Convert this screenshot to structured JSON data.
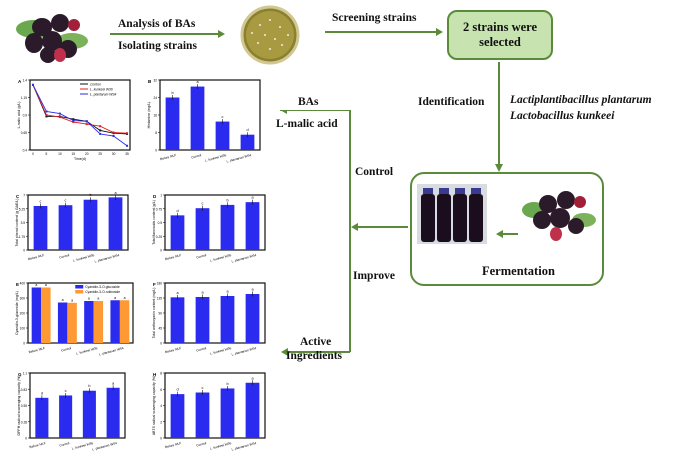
{
  "flow": {
    "step1_top": "Analysis of BAs",
    "step1_bottom": "Isolating strains",
    "step2": "Screening strains",
    "selected_box": "2 strains were selected",
    "identification": "Identification",
    "strain1": "Lactiplantibacillus plantarum",
    "strain2": "Lactobacillus kunkeei",
    "fermentation": "Fermentation",
    "control": "Control",
    "improve": "Improve",
    "bas": "BAs",
    "lmalic": "L-malic acid",
    "active1": "Active",
    "active2": "Ingredients"
  },
  "colors": {
    "arrow": "#5a8a3a",
    "box_fill": "#c6e3b0",
    "bar": "#2b2bf0",
    "bar2": "#ff9933",
    "red": "#e02020",
    "black": "#111111"
  },
  "chart_data": [
    {
      "type": "line",
      "panel": "A",
      "xlabel": "Time(d)",
      "ylabel": "L-malic acid (g/L)",
      "x": [
        0,
        5,
        10,
        15,
        20,
        25,
        30,
        35
      ],
      "ylim": [
        0.4,
        1.4
      ],
      "series": [
        {
          "name": "Control",
          "color": "#111111",
          "values": [
            1.33,
            0.88,
            0.88,
            0.84,
            0.81,
            0.68,
            0.64,
            0.63
          ]
        },
        {
          "name": "L. kunkeei W36",
          "color": "#e02020",
          "values": [
            1.33,
            0.9,
            0.87,
            0.8,
            0.77,
            0.74,
            0.65,
            0.64
          ]
        },
        {
          "name": "L. plantarum WS4",
          "color": "#2b2bf0",
          "values": [
            1.33,
            0.95,
            0.92,
            0.82,
            0.81,
            0.63,
            0.6,
            0.46
          ]
        }
      ]
    },
    {
      "type": "bar",
      "panel": "B",
      "ylabel": "Histamine (mg/L)",
      "categories": [
        "Before MLF",
        "Control",
        "L. kunkeei W36",
        "L. plantarum WS4"
      ],
      "values": [
        24,
        29,
        13,
        7
      ],
      "letters": [
        "b",
        "a",
        "c",
        "d"
      ],
      "ylim": [
        0,
        32
      ]
    },
    {
      "type": "bar",
      "panel": "C",
      "ylabel": "Total phenol content (g GAE/L)",
      "categories": [
        "Before MLF",
        "Control",
        "L. kunkeei W36",
        "L. plantarum WS4"
      ],
      "values": [
        5.6,
        5.7,
        6.4,
        6.7
      ],
      "letters": [
        "c",
        "c",
        "b",
        "a"
      ],
      "ylim": [
        0,
        7
      ]
    },
    {
      "type": "bar",
      "panel": "D",
      "ylabel": "Total flavonoids content (g/L)",
      "categories": [
        "Before MLF",
        "Control",
        "L. kunkeei W36",
        "L. plantarum WS4"
      ],
      "values": [
        0.63,
        0.76,
        0.82,
        0.87
      ],
      "letters": [
        "d",
        "c",
        "b",
        "a"
      ],
      "ylim": [
        0,
        1.0
      ]
    },
    {
      "type": "bar",
      "panel": "E",
      "ylabel": "Cyanidin-3-glucoside (mg/L)",
      "categories": [
        "Before MLF",
        "Control",
        "L. kunkeei W36",
        "L. plantarum WS4"
      ],
      "series": [
        {
          "name": "Cyanidin-3-O-glucoside",
          "color": "#2b2bf0",
          "values": [
            370,
            270,
            280,
            285
          ]
        },
        {
          "name": "Cyanidin-3-O-rutinoside",
          "color": "#ff9933",
          "values": [
            370,
            268,
            280,
            285
          ]
        }
      ],
      "ylim": [
        0,
        400
      ]
    },
    {
      "type": "bar",
      "panel": "F",
      "ylabel": "Total anthocyanin content (mg/L)",
      "categories": [
        "Before MLF",
        "Control",
        "L. kunkeei W36",
        "L. plantarum WS4"
      ],
      "values": [
        137,
        138,
        141,
        147
      ],
      "letters": [
        "a",
        "a",
        "a",
        "a"
      ],
      "ylim": [
        0,
        180
      ]
    },
    {
      "type": "bar",
      "panel": "G",
      "ylabel": "DPPH radical scavenging capacity (%)",
      "categories": [
        "Before MLF",
        "Control",
        "L. kunkeei W36",
        "L. plantarum WS4"
      ],
      "values": [
        0.68,
        0.72,
        0.8,
        0.85
      ],
      "letters": [
        "d",
        "c",
        "b",
        "a"
      ],
      "ylim": [
        0,
        1.1
      ]
    },
    {
      "type": "bar",
      "panel": "H",
      "ylabel": "ABTS radical scavenging capacity (%)",
      "categories": [
        "Before MLF",
        "Control",
        "L. kunkeei W36",
        "L. plantarum WS4"
      ],
      "values": [
        5.4,
        5.6,
        6.1,
        6.8
      ],
      "letters": [
        "d",
        "c",
        "b",
        "a"
      ],
      "ylim": [
        0,
        8
      ]
    }
  ]
}
